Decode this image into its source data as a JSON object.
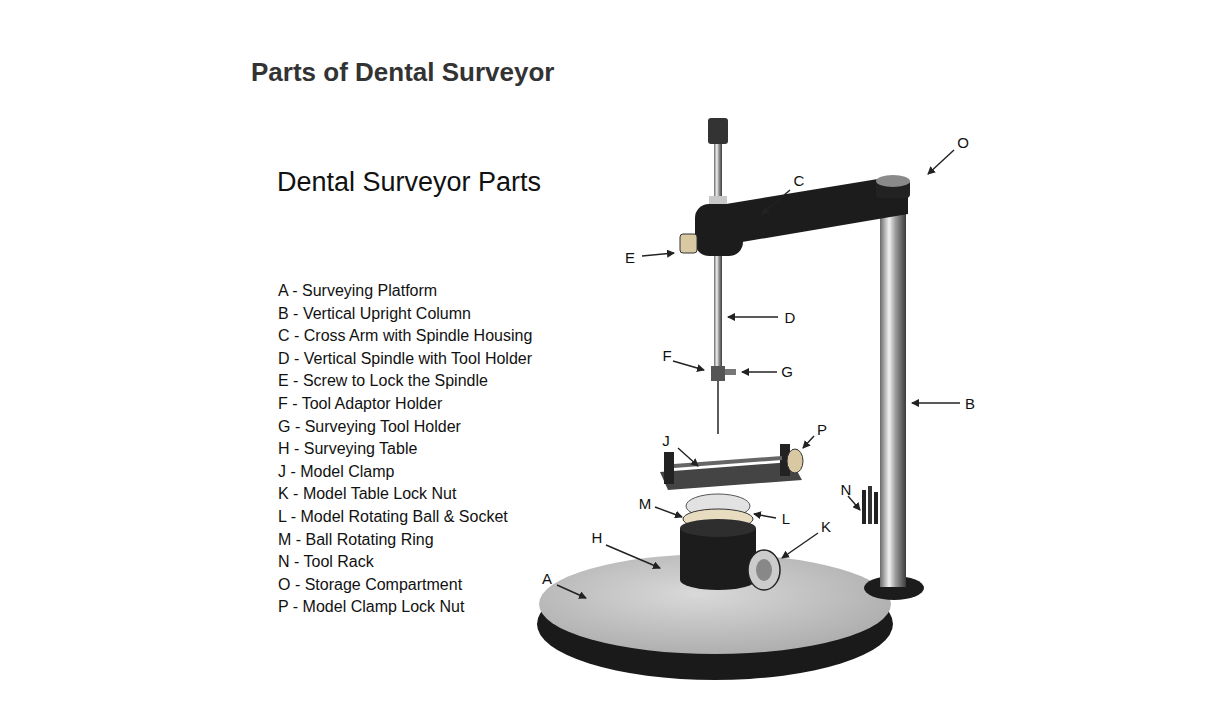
{
  "diagram": {
    "title": "Parts of Dental Surveyor",
    "labels": [
      "Dental Surveyor Parts",
      "A - Surveying Platform",
      "B - Vertical Upright Column",
      "C - Cross Arm with Spindle Housing",
      "D - Vertical Spindle with Tool Holder",
      "E - Screw to Lock the Spindle",
      "F - Tool Adaptor Holder",
      "G - Surveying Tool Holder",
      "H - Surveying Table",
      "J - Model Clamp",
      "K - Model Table Lock Nut",
      "L - Model Rotating Ball & Socket",
      "M - Ball Rotating Ring",
      "N - Tool Rack",
      "O - Storage Compartment",
      "P - Model Clamp Lock Nut",
      "O",
      "C",
      "E",
      "D",
      "F",
      "G",
      "J",
      "P",
      "B",
      "N",
      "M",
      "L",
      "H",
      "K",
      "A"
    ]
  }
}
